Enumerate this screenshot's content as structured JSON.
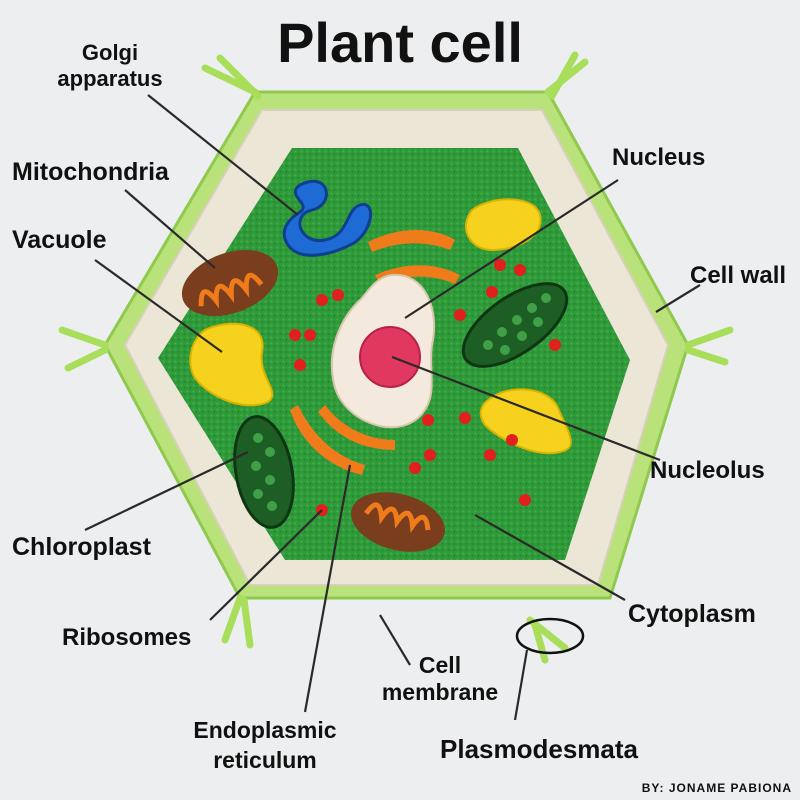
{
  "title": "Plant cell",
  "credit": "BY: JONAME PABIONA",
  "labels": {
    "golgi_l1": "Golgi",
    "golgi_l2": "apparatus",
    "mitochondria": "Mitochondria",
    "vacuole": "Vacuole",
    "nucleus": "Nucleus",
    "cell_wall": "Cell wall",
    "nucleolus": "Nucleolus",
    "chloroplast": "Chloroplast",
    "cytoplasm": "Cytoplasm",
    "ribosomes": "Ribosomes",
    "membrane_l1": "Cell",
    "membrane_l2": "membrane",
    "er_l1": "Endoplasmic",
    "er_l2": "reticulum",
    "plasmodesmata": "Plasmodesmata"
  },
  "colors": {
    "background": "#eceef0",
    "cell_wall_outer": "#b9e27a",
    "cell_membrane": "#ece6d6",
    "cytoplasm": "#2f9a3a",
    "golgi": "#1e6bd6",
    "mitochondria_shell": "#7a3d1e",
    "mitochondria_inner": "#f07b1a",
    "vacuole": "#f6d21e",
    "nucleus": "#f3e9dc",
    "nucleolus": "#e0385f",
    "er": "#f07b1a",
    "chloroplast": "#1d5e25",
    "ribosome": "#e0201d"
  }
}
